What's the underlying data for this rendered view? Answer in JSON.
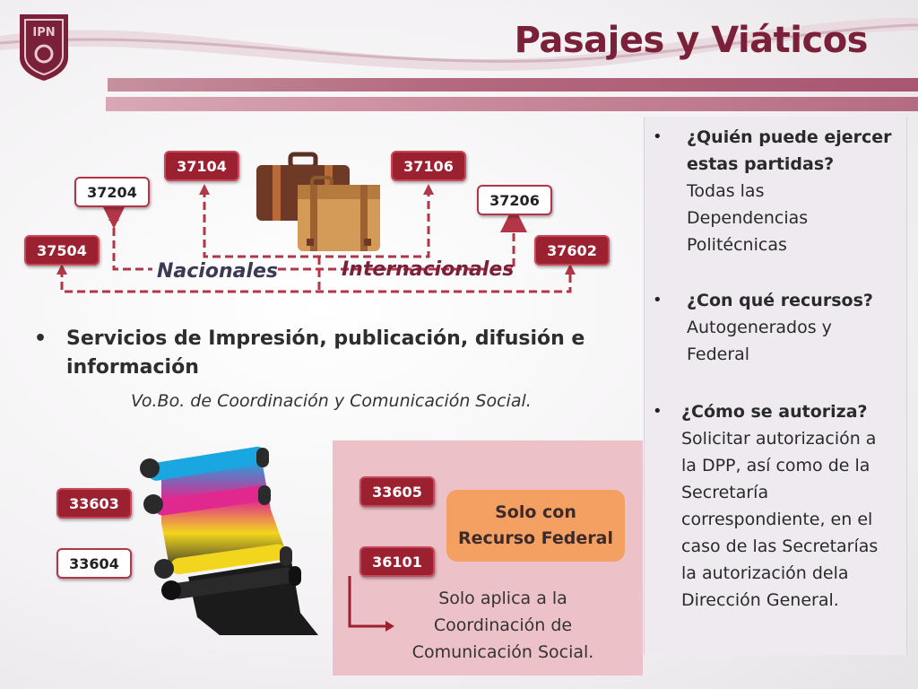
{
  "slide": {
    "title": "Pasajes y Viáticos",
    "logo_text": "IPN",
    "nacionales_label": "Nacionales",
    "internacionales_label": "Internacionales",
    "codes": {
      "c37504": "37504",
      "c37204": "37204",
      "c37104": "37104",
      "c37106": "37106",
      "c37206": "37206",
      "c37602": "37602",
      "c33603": "33603",
      "c33604": "33604",
      "c33605": "33605",
      "c36101": "36101"
    },
    "services_bullet": "Servicios de Impresión, publicación, difusión e información",
    "vobo": "Vo.Bo. de Coordinación y Comunicación Social.",
    "federal_line1": "Solo con",
    "federal_line2": "Recurso Federal",
    "aplica_line1": "Solo aplica a la",
    "aplica_line2": "Coordinación de",
    "aplica_line3": "Comunicación Social.",
    "right": {
      "q1_line1": "¿Quién puede ejercer",
      "q1_line2": "estas partidas?",
      "a1_line1": "Todas las",
      "a1_line2": "Dependencias",
      "a1_line3": "Politécnicas",
      "q2": "¿Con qué recursos?",
      "a2_line1": "Autogenerados y",
      "a2_line2": "Federal",
      "q3": "¿Cómo se autoriza?",
      "a3_line1": "Solicitar autorización a",
      "a3_line2": "la DPP, así como de la",
      "a3_line3": "Secretaría",
      "a3_line4": "correspondiente, en el",
      "a3_line5": "caso de las Secretarías",
      "a3_line6": "la autorización dela",
      "a3_line7": "Dirección General."
    }
  },
  "colors": {
    "title": "#7a2038",
    "code_dark": "#9b2130",
    "arrow": "#b03648",
    "federal": "#f5a063",
    "pink_panel": "#ecc2c8"
  }
}
